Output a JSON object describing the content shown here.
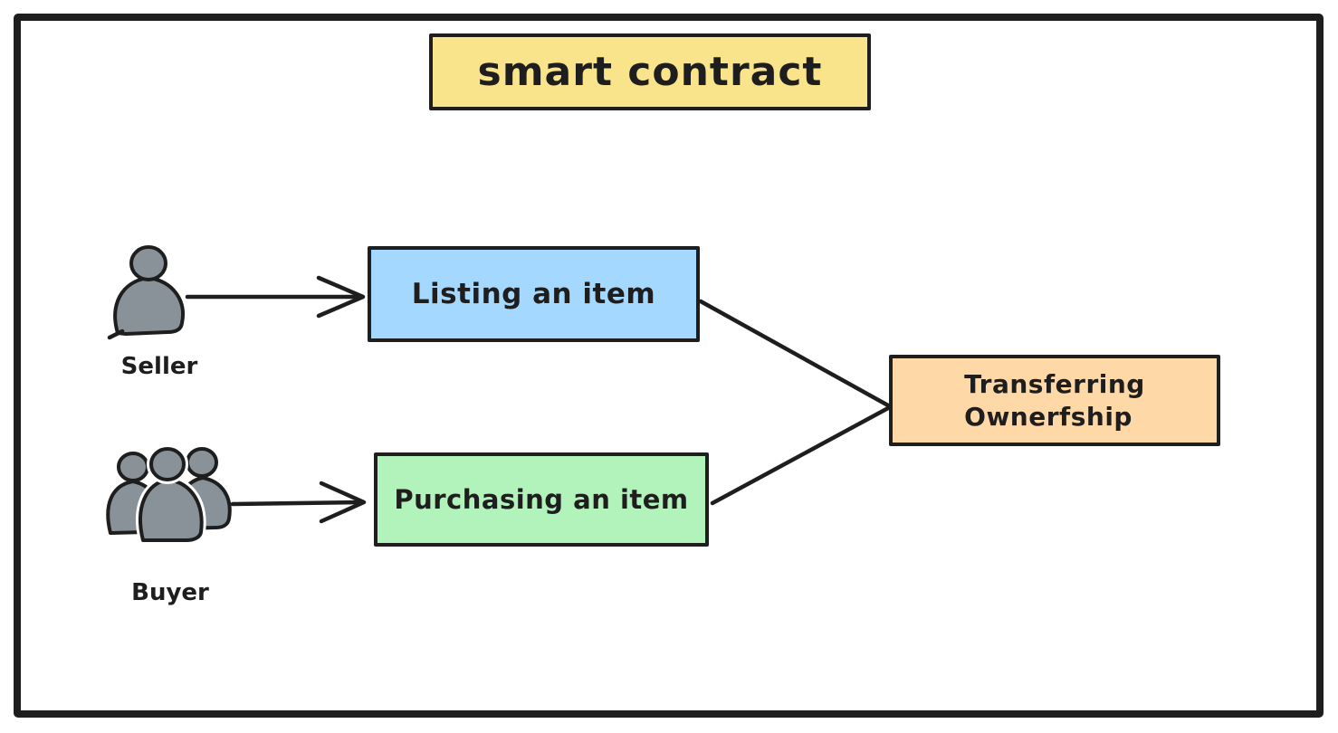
{
  "title": "smart contract",
  "actors": {
    "seller": {
      "label": "Seller",
      "icon": "person-icon"
    },
    "buyer": {
      "label": "Buyer",
      "icon": "people-group-icon"
    }
  },
  "nodes": {
    "listing": {
      "label": "Listing an item"
    },
    "purchasing": {
      "label": "Purchasing an item"
    },
    "transferring": {
      "label": "Transferring\nOwnerfship"
    }
  },
  "edges": [
    {
      "from": "seller",
      "to": "listing",
      "type": "arrow"
    },
    {
      "from": "buyer",
      "to": "purchasing",
      "type": "arrow"
    },
    {
      "from": "listing",
      "to": "transferring",
      "type": "line"
    },
    {
      "from": "purchasing",
      "to": "transferring",
      "type": "line"
    }
  ],
  "colors": {
    "ink": "#1e1e1e",
    "paper": "#ffffff",
    "yellow": "#f9e48b",
    "blue": "#a5d8ff",
    "green": "#b2f2bb",
    "orange": "#ffd8a8",
    "gray": "#8a9299"
  }
}
